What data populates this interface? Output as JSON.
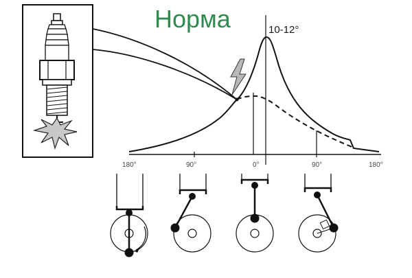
{
  "title": "Норма",
  "peak_label": "10-12°",
  "axis": {
    "ticks": [
      {
        "label": "180°"
      },
      {
        "label": "90°"
      },
      {
        "label": "0°"
      },
      {
        "label": "90°"
      },
      {
        "label": "180°"
      }
    ]
  },
  "colors": {
    "title": "#2e8b4e",
    "line": "#111111",
    "spark": "#b0b0b0",
    "flame": "#c8c8c8"
  },
  "icons": {
    "spark_plug": "spark-plug-icon",
    "lightning": "lightning-bolt-icon"
  }
}
